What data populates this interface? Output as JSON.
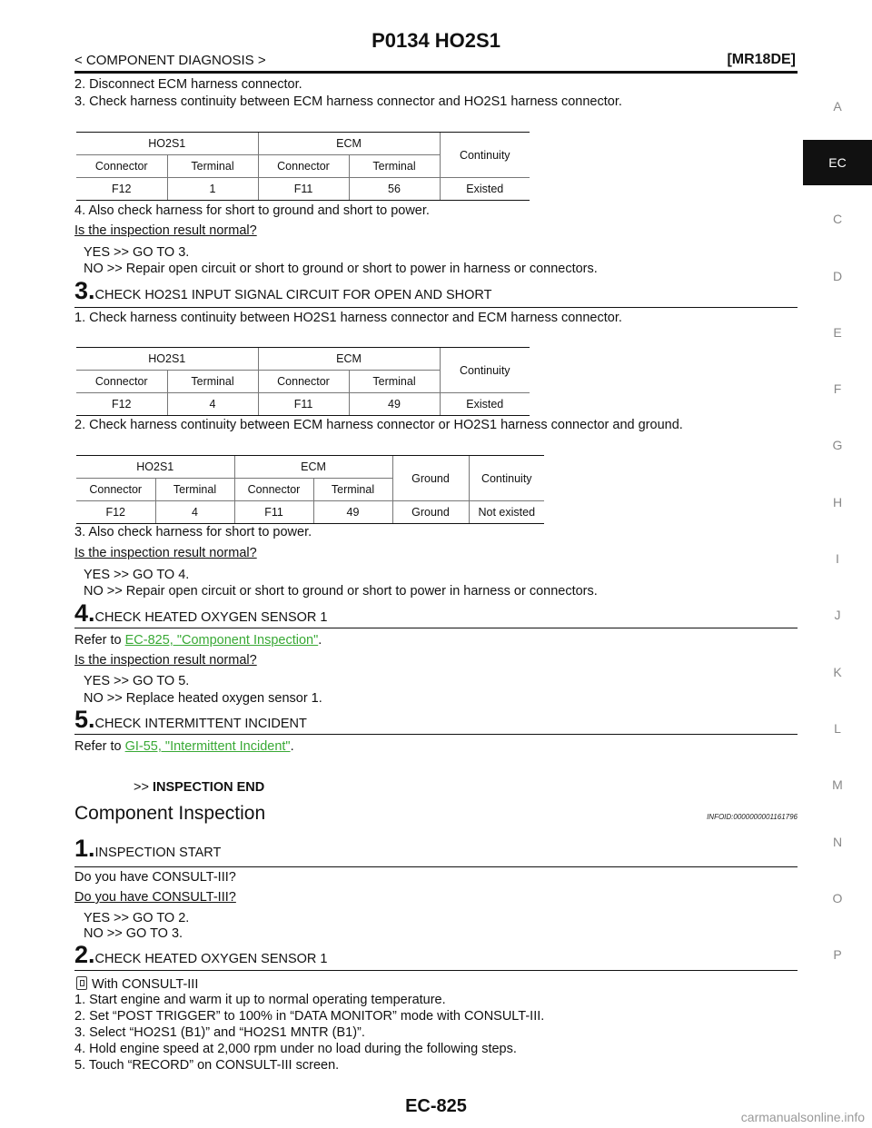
{
  "header": {
    "title": "P0134 HO2S1",
    "subheader": "< COMPONENT DIAGNOSIS >",
    "model": "[MR18DE]"
  },
  "side_tabs": [
    "A",
    "EC",
    "C",
    "D",
    "E",
    "F",
    "G",
    "H",
    "I",
    "J",
    "K",
    "L",
    "M",
    "N",
    "O",
    "P"
  ],
  "active_tab": "EC",
  "lines": {
    "l1": "2. Disconnect ECM harness connector.",
    "l2": "3. Check harness continuity between ECM harness connector and HO2S1 harness connector.",
    "l3": "4. Also check harness for short to ground and short to power.",
    "q1": "Is the inspection result normal?",
    "yes1": "YES     >> GO TO 3.",
    "no1": "NO      >> Repair open circuit or short to ground or short to power in harness or connectors.",
    "s3_1": "1. Check harness continuity between HO2S1 harness connector and ECM harness connector.",
    "s3_2": "2. Check harness continuity between ECM harness connector or HO2S1 harness connector and ground.",
    "s3_3": "3. Also check harness for short to power.",
    "q2": "Is the inspection result normal?",
    "yes2": "YES     >> GO TO 4.",
    "no2": "NO      >> Repair open circuit or short to ground or short to power in harness or connectors.",
    "refer_prefix": "Refer to ",
    "link1": "EC-825, \"Component Inspection\"",
    "q3": "Is the inspection result normal?",
    "yes3": "YES     >> GO TO 5.",
    "no3": "NO      >> Replace heated oxygen sensor 1.",
    "link2": "GI-55, \"Intermittent Incident\"",
    "period": ".",
    "end_prefix": ">> ",
    "end_label": "INSPECTION END",
    "c_q": "Do you have CONSULT-III?",
    "c_q_ul": "Do you have CONSULT-III?",
    "c_yes": "YES     >> GO TO 2.",
    "c_no": "NO      >> GO TO 3.",
    "with_consult": "With CONSULT-III",
    "c2_1": "1. Start engine and warm it up to normal operating temperature.",
    "c2_2": "2. Set “POST TRIGGER” to 100% in “DATA MONITOR” mode with CONSULT-III.",
    "c2_3": "3. Select “HO2S1 (B1)” and “HO2S1 MNTR (B1)”.",
    "c2_4": "4. Hold engine speed at 2,000 rpm under no load during the following steps.",
    "c2_5": "5. Touch “RECORD” on CONSULT-III screen."
  },
  "steps": {
    "s3": {
      "num": "3.",
      "label": "CHECK HO2S1 INPUT SIGNAL CIRCUIT FOR OPEN AND SHORT"
    },
    "s4": {
      "num": "4.",
      "label": "CHECK HEATED OXYGEN SENSOR 1"
    },
    "s5": {
      "num": "5.",
      "label": "CHECK INTERMITTENT INCIDENT"
    },
    "c1": {
      "num": "1.",
      "label": "INSPECTION START"
    },
    "c2": {
      "num": "2.",
      "label": "CHECK HEATED OXYGEN SENSOR 1"
    }
  },
  "tables": {
    "t1": {
      "g1": "HO2S1",
      "g2": "ECM",
      "col_last": "Continuity",
      "h1": "Connector",
      "h2": "Terminal",
      "h3": "Connector",
      "h4": "Terminal",
      "row": [
        "F12",
        "1",
        "F11",
        "56",
        "Existed"
      ]
    },
    "t2": {
      "g1": "HO2S1",
      "g2": "ECM",
      "col_last": "Continuity",
      "h1": "Connector",
      "h2": "Terminal",
      "h3": "Connector",
      "h4": "Terminal",
      "row": [
        "F12",
        "4",
        "F11",
        "49",
        "Existed"
      ]
    },
    "t3": {
      "g1": "HO2S1",
      "g2": "ECM",
      "col_ground": "Ground",
      "col_last": "Continuity",
      "h1": "Connector",
      "h2": "Terminal",
      "h3": "Connector",
      "h4": "Terminal",
      "row": [
        "F12",
        "4",
        "F11",
        "49",
        "Ground",
        "Not existed"
      ]
    }
  },
  "section": {
    "title": "Component Inspection",
    "infoid": "INFOID:0000000001161796"
  },
  "footer": {
    "page_number": "EC-825",
    "watermark": "carmanualsonline.info"
  }
}
